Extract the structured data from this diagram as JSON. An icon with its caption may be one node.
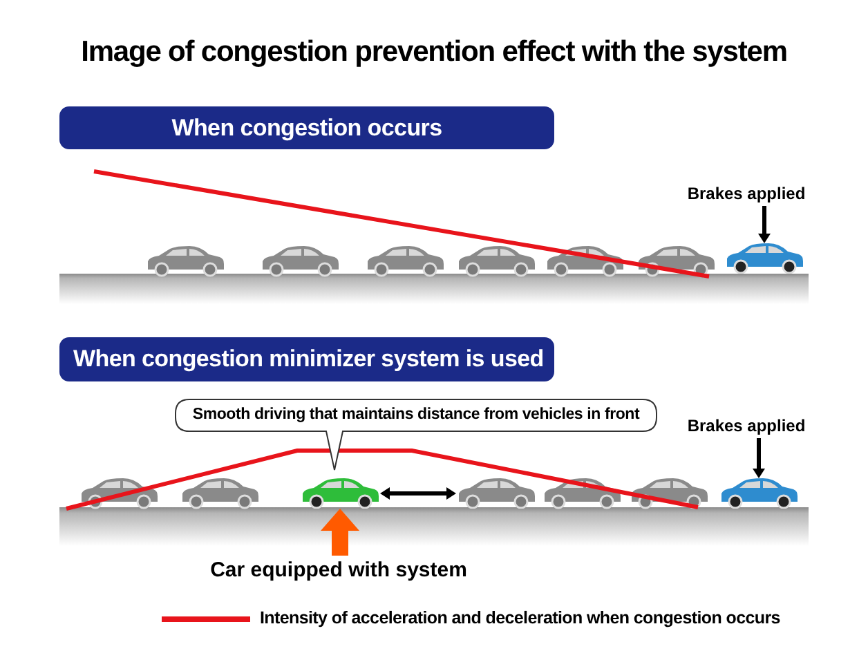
{
  "diagram": {
    "title": "Image of congestion prevention effect with the system",
    "nodes": [
      {
        "text": [
          "When congestion occurs"
        ]
      },
      {
        "text": [
          "Brakes applied"
        ]
      },
      {
        "text": [],
        "shape": "picture"
      },
      {
        "text": [
          "When congestion minimizer system is used"
        ]
      },
      {
        "text": [
          "Smooth driving that maintains distance from vehicles in front"
        ]
      },
      {
        "text": [
          "Brakes applied"
        ]
      },
      {
        "text": [],
        "shape": "picture"
      },
      {
        "text": [],
        "shape": "picture"
      },
      {
        "text": [],
        "shape": "picture"
      },
      {
        "text": [
          "Car equipped with system"
        ]
      }
    ],
    "edges": [
      {
        "from": 1,
        "to": 2,
        "arrow": "to"
      },
      {
        "from": 6,
        "to": 7,
        "arrow": "both"
      },
      {
        "from": 5,
        "to": 8,
        "arrow": "to"
      },
      {
        "from": 9,
        "to": 6,
        "arrow": "to",
        "style": "thick",
        "color": "#ff5a00"
      }
    ],
    "legend": [
      {
        "text": "Intensity of acceleration and deceleration when congestion occurs"
      }
    ]
  }
}
